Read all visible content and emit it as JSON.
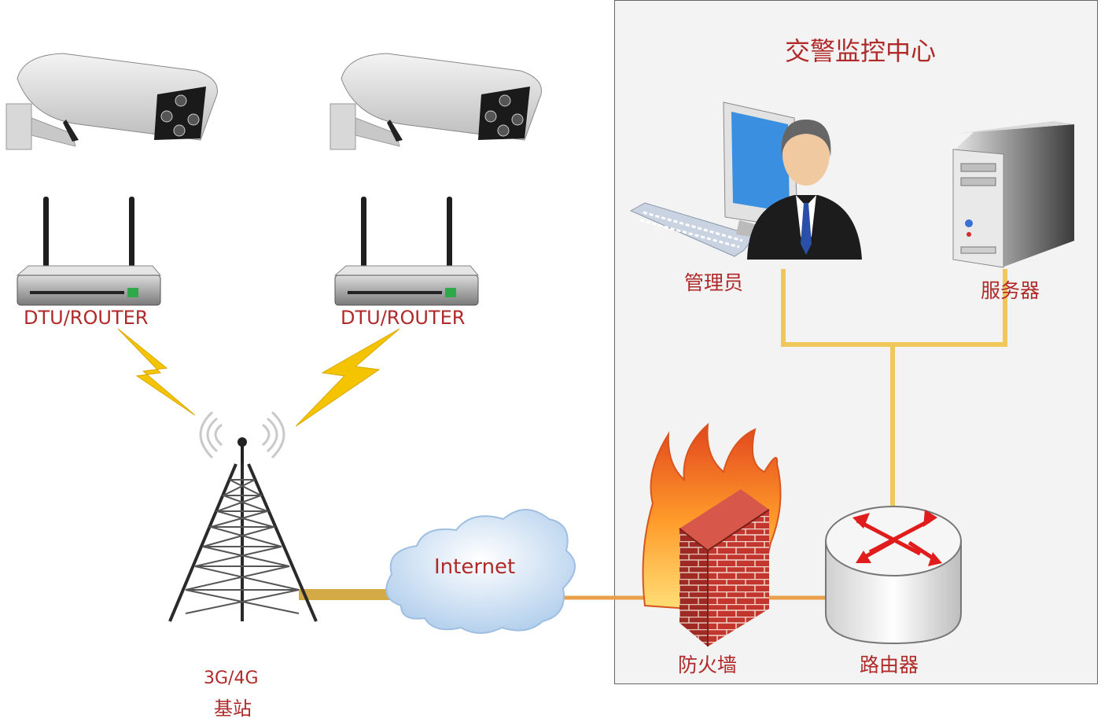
{
  "center": {
    "title": "交警监控中心"
  },
  "devices": {
    "dtu_left": "DTU/ROUTER",
    "dtu_right": "DTU/ROUTER",
    "base_station_line1": "3G/4G",
    "base_station_line2": "基站",
    "internet": "Internet",
    "firewall": "防火墙",
    "router": "路由器",
    "admin": "管理员",
    "server": "服务器"
  },
  "colors": {
    "label": "#b02a2a",
    "wire_gold": "#f0c75a",
    "wire_orange": "#e8a04a",
    "panel_bg": "#f3f3f3",
    "lightning": "#f5c400"
  },
  "icons": [
    "camera-icon",
    "wifi-router-icon",
    "cell-tower-icon",
    "cloud-icon",
    "firewall-icon",
    "router-icon",
    "workstation-icon",
    "person-icon",
    "server-icon"
  ]
}
